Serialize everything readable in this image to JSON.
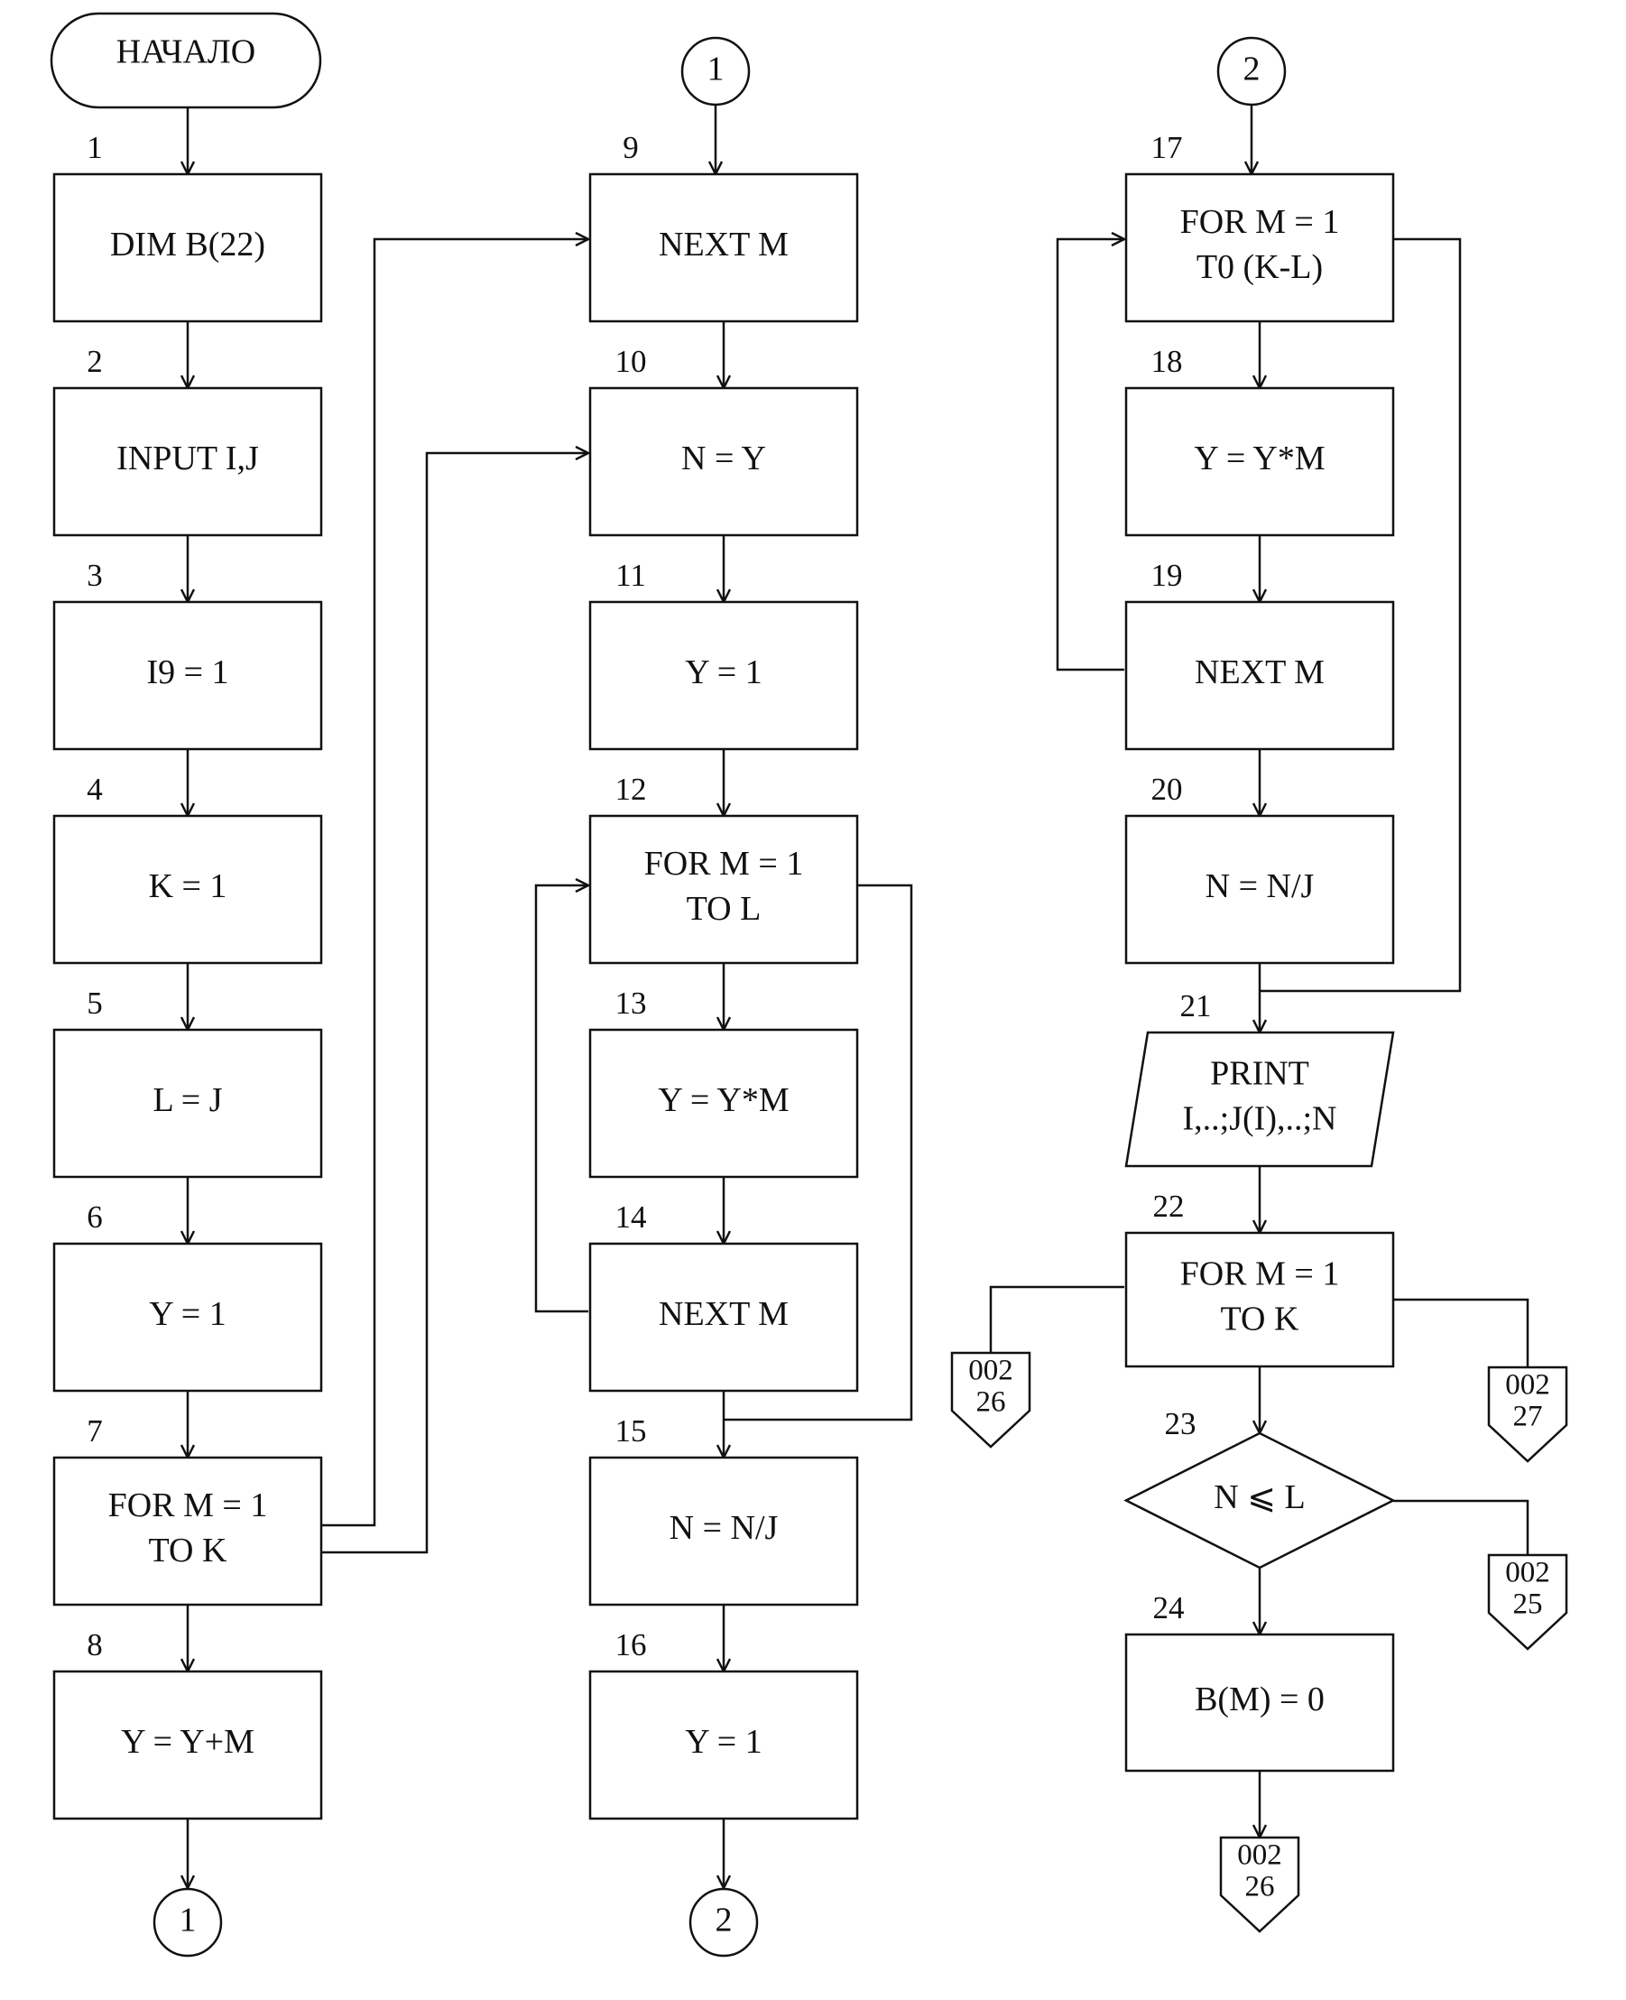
{
  "start": {
    "label": "НАЧАЛО"
  },
  "connectors": {
    "c1_top": "1",
    "c2_top": "2",
    "c1_bottom": "1",
    "c2_bottom": "2"
  },
  "blocks": [
    {
      "num": "1",
      "lines": [
        "DIM  B(22)"
      ]
    },
    {
      "num": "2",
      "lines": [
        "INPUT  I,J"
      ]
    },
    {
      "num": "3",
      "lines": [
        "I9 = 1"
      ]
    },
    {
      "num": "4",
      "lines": [
        "K = 1"
      ]
    },
    {
      "num": "5",
      "lines": [
        "L = J"
      ]
    },
    {
      "num": "6",
      "lines": [
        "Y = 1"
      ]
    },
    {
      "num": "7",
      "lines": [
        "FOR M = 1",
        "TO K"
      ]
    },
    {
      "num": "8",
      "lines": [
        "Y = Y+M"
      ]
    },
    {
      "num": "9",
      "lines": [
        "NEXT  M"
      ]
    },
    {
      "num": "10",
      "lines": [
        "N = Y"
      ]
    },
    {
      "num": "11",
      "lines": [
        "Y = 1"
      ]
    },
    {
      "num": "12",
      "lines": [
        "FOR M = 1",
        "TO L"
      ]
    },
    {
      "num": "13",
      "lines": [
        "Y = Y*M"
      ]
    },
    {
      "num": "14",
      "lines": [
        "NEXT  M"
      ]
    },
    {
      "num": "15",
      "lines": [
        "N = N/J"
      ]
    },
    {
      "num": "16",
      "lines": [
        "Y = 1"
      ]
    },
    {
      "num": "17",
      "lines": [
        "FOR M = 1",
        "T0 (K-L)"
      ]
    },
    {
      "num": "18",
      "lines": [
        "Y = Y*M"
      ]
    },
    {
      "num": "19",
      "lines": [
        "NEXT  M"
      ]
    },
    {
      "num": "20",
      "lines": [
        "N = N/J"
      ]
    },
    {
      "num": "21",
      "lines": [
        "PRINT",
        "I,..;J(I),..;N"
      ]
    },
    {
      "num": "22",
      "lines": [
        "FOR M = 1",
        "TO K"
      ]
    },
    {
      "num": "23",
      "lines": [
        "N ⩽ L"
      ]
    },
    {
      "num": "24",
      "lines": [
        "B(M) = 0"
      ]
    }
  ],
  "offpage": [
    {
      "line1": "002",
      "line2": "26"
    },
    {
      "line1": "002",
      "line2": "27"
    },
    {
      "line1": "002",
      "line2": "25"
    },
    {
      "line1": "002",
      "line2": "26"
    }
  ]
}
